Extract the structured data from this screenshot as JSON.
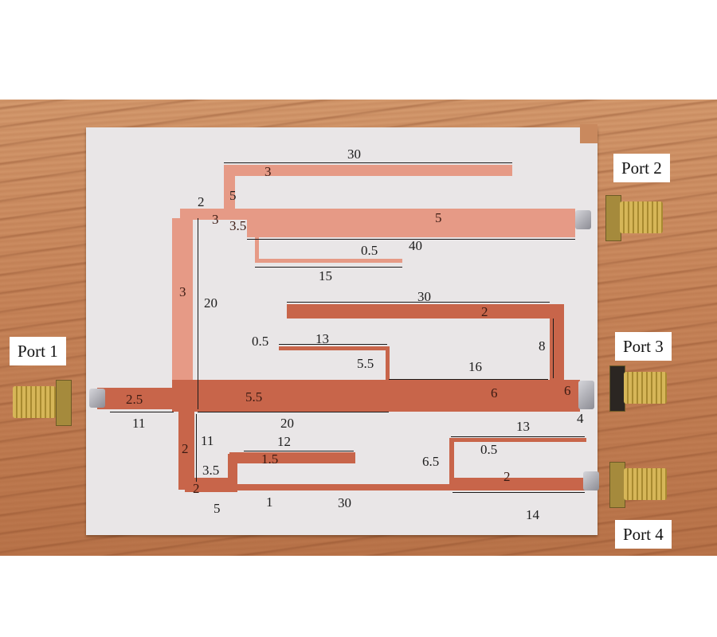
{
  "figure": {
    "description": "Photograph of fabricated microstrip PCB on a wooden table with annotated trace dimensions",
    "ports": [
      {
        "label": "Port 1"
      },
      {
        "label": "Port 2"
      },
      {
        "label": "Port 3"
      },
      {
        "label": "Port 4"
      }
    ],
    "colors": {
      "substrate": "#e9e6e7",
      "copper": "#c8654a",
      "copper_light": "#e69a86",
      "wood": "#c7855a",
      "connector_gold": "#d6b658"
    },
    "dimensions": {
      "top_stub_length": "30",
      "top_stub_width": "3",
      "top_riser_len": "5",
      "bend_width": "2",
      "bend_height": "3",
      "port2_gap": "3.5",
      "port2_line_width": "5",
      "port2_line_length": "40",
      "small_stub_width": "0.5",
      "small_stub_length": "15",
      "feed_vertical_width": "3",
      "feed_vertical_length": "20",
      "mid_stub_length": "30",
      "mid_stub_width": "2",
      "mid_stub_drop": "8",
      "inner_stub_width": "0.5",
      "inner_stub_length": "13",
      "inner_stub_drop": "5.5",
      "port3_stub_length": "16",
      "port1_width": "2.5",
      "port1_length": "11",
      "main_width": "5.5",
      "main_length": "20",
      "port3_line_width": "6",
      "port3_pad_width": "6",
      "port3_pad_len": "4",
      "lower_vert_width": "2",
      "lower_vert_len": "11",
      "lower_stub_length": "12",
      "lower_stub_width": "1.5",
      "lower_step": "3.5",
      "lower_bend_width": "2",
      "lower_bend_len": "5",
      "lower_line_width": "1",
      "lower_line_length": "30",
      "p4_stub_length": "13",
      "p4_stub_width": "0.5",
      "p4_stub_drop": "6.5",
      "p4_line_width": "2",
      "p4_line_length": "14"
    }
  }
}
